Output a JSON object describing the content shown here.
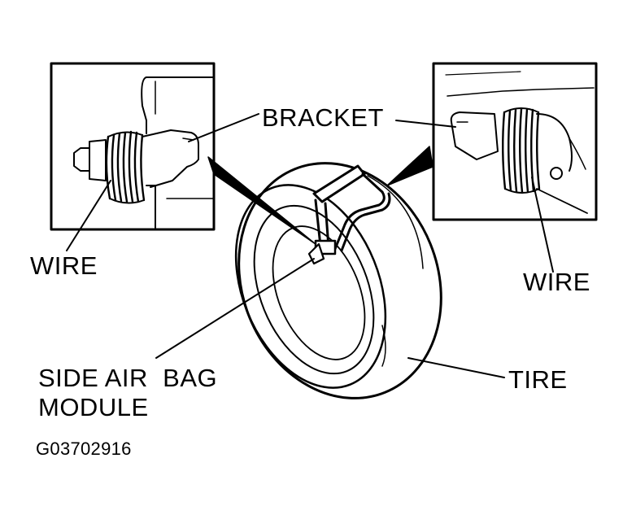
{
  "labels": {
    "bracket": "BRACKET",
    "wire_left": "WIRE",
    "wire_right": "WIRE",
    "module_line1": "SIDE AIR  BAG",
    "module_line2": "MODULE",
    "tire": "TIRE"
  },
  "figure_code": "G03702916",
  "colors": {
    "ink": "#000000",
    "paper": "#ffffff"
  }
}
